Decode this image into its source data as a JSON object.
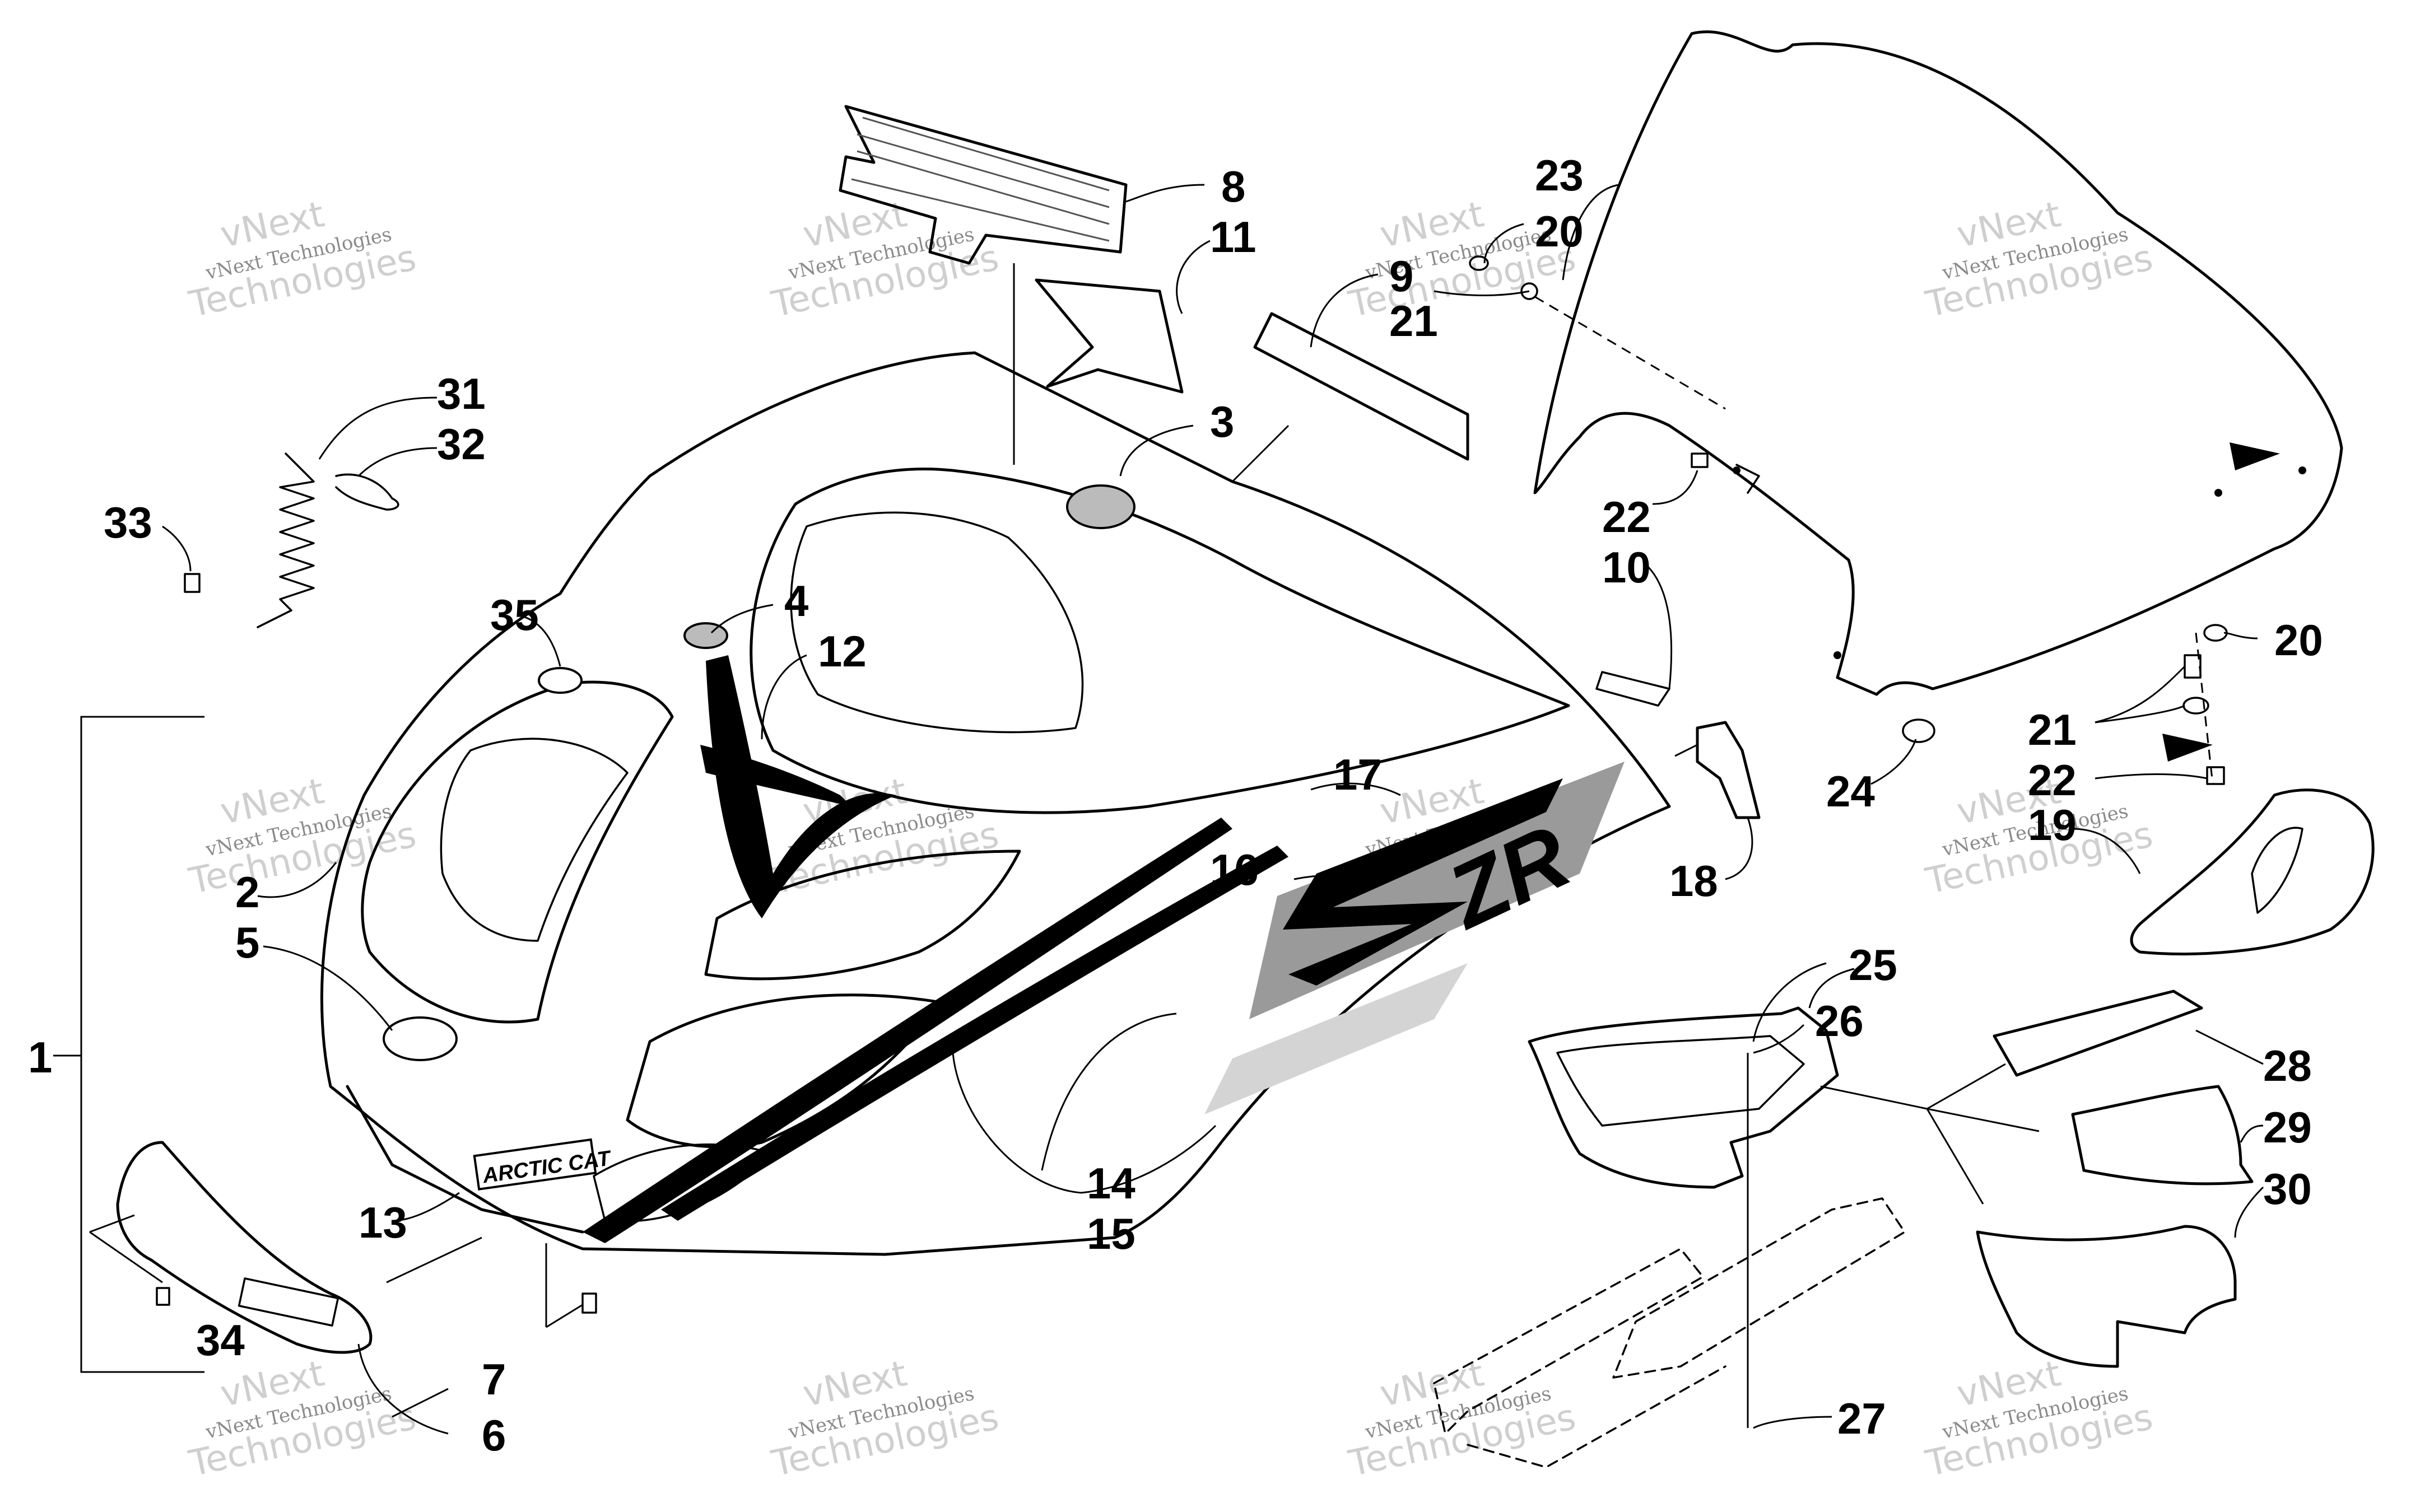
{
  "callouts": [
    "1",
    "2",
    "3",
    "4",
    "5",
    "6",
    "7",
    "8",
    "9",
    "10",
    "11",
    "12",
    "13",
    "14",
    "15",
    "16",
    "17",
    "18",
    "19",
    "20",
    "20",
    "21",
    "21",
    "22",
    "22",
    "23",
    "24",
    "25",
    "26",
    "27",
    "28",
    "29",
    "30",
    "31",
    "32",
    "33",
    "34",
    "35"
  ],
  "watermark": {
    "line1": "vNext",
    "line2": "vNext Technologies",
    "line3": "Technologies"
  },
  "logo_text": "ARCTIC CAT",
  "model_text": "ZR"
}
